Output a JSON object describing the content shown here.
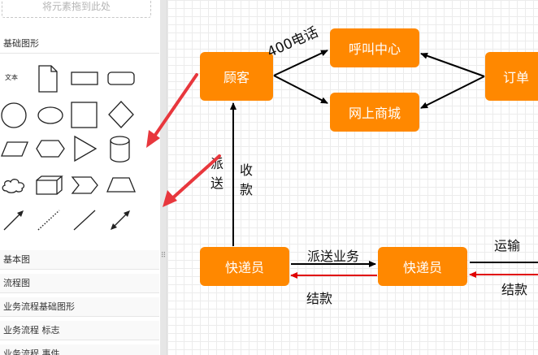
{
  "sidebar": {
    "drop_zone_text": "将元素拖到此处",
    "basic_shapes_header": "基础图形",
    "text_shape_label": "文本",
    "categories": [
      {
        "label": "基本图"
      },
      {
        "label": "流程图"
      },
      {
        "label": "业务流程基础图形"
      },
      {
        "label": "业务流程 标志"
      },
      {
        "label": "业务流程 事件"
      }
    ],
    "scroll_grip": "⠿"
  },
  "canvas": {
    "node_fill": "#ff8800",
    "arrow_color": "#000000",
    "return_arrow_color": "#e00000",
    "nodes": {
      "customer": "顾客",
      "call_center": "呼叫中心",
      "online_mall": "网上商城",
      "order": "订单",
      "courier_left": "快递员",
      "courier_right": "快递员"
    },
    "labels": {
      "phone": "400电话",
      "deliver_vertical": "派送",
      "collect_vertical": "收款",
      "deliver_business": "派送业务",
      "settle_1": "结款",
      "transport": "运输",
      "settle_2": "结款"
    }
  },
  "annotations": {
    "pointer_arrow_color": "#e8373d"
  }
}
